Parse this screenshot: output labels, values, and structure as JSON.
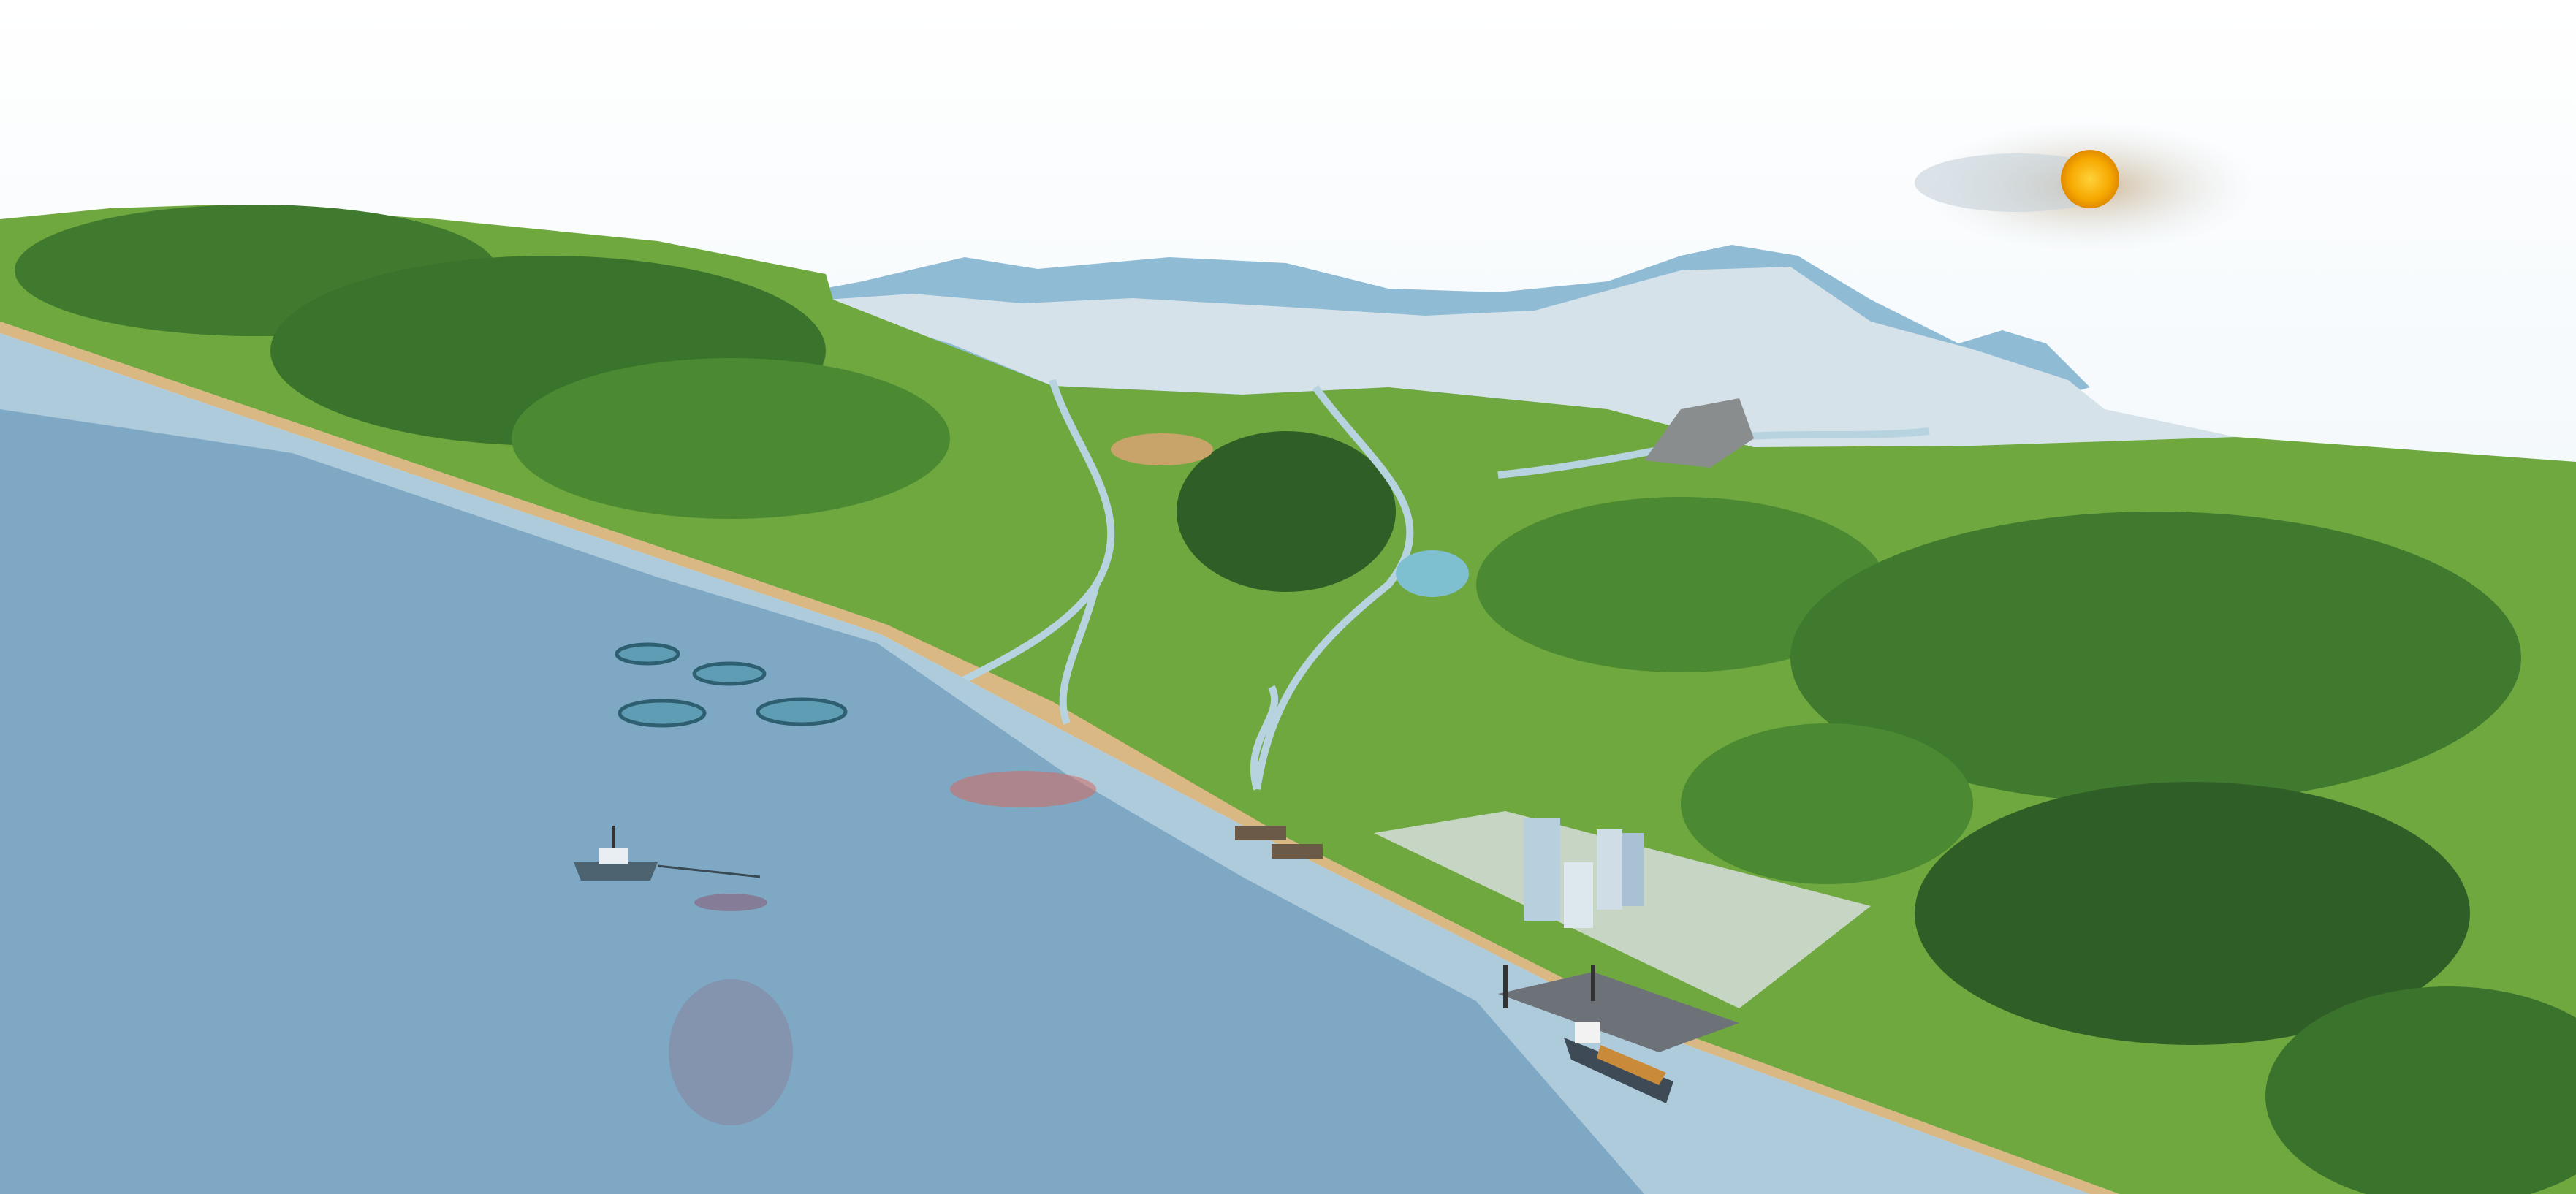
{
  "scene": {
    "colors": {
      "sky_top": "#ffffff",
      "sky_bottom": "#e3eff7",
      "land": "#6fa83f",
      "forest": "#3f7a2e",
      "forest_dark": "#2f5f26",
      "beach": "#d9b883",
      "shallow_sea": "#aecbdc",
      "deep_sea": "#7ea8c4",
      "snow": "#d6e2ea",
      "mountain": "#8fbcd4",
      "river": "#b7d3e0",
      "sun": "#f6b400"
    },
    "elements": [
      "sun-icon",
      "cloud",
      "mountains",
      "glacier",
      "forest",
      "river-delta",
      "lake",
      "quarry",
      "city",
      "port",
      "container-ship",
      "fishing-boat",
      "fish-pens",
      "fish-school",
      "log-rafts"
    ]
  }
}
